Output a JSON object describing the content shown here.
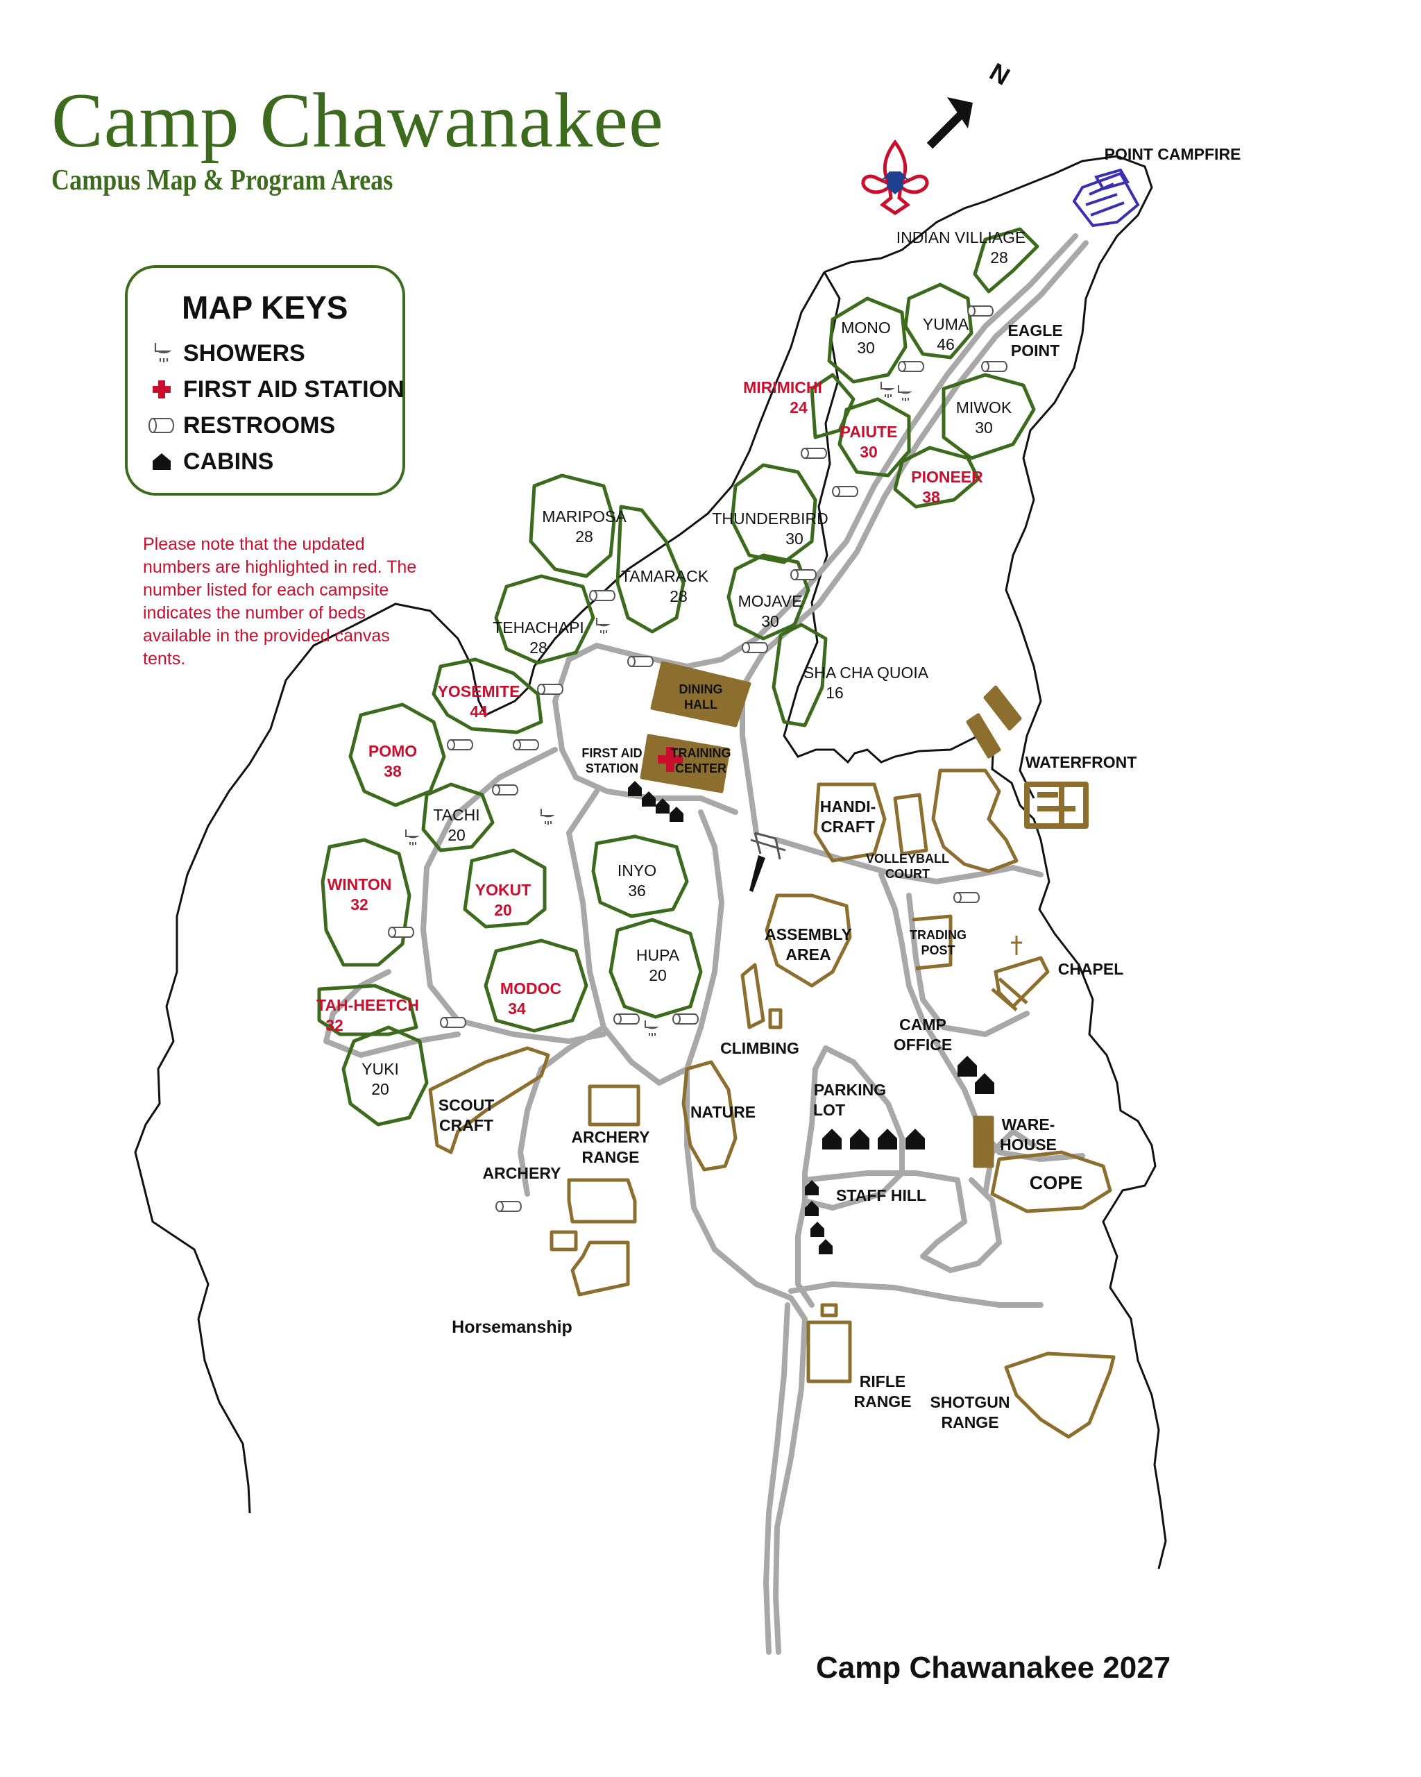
{
  "header": {
    "title": "Camp Chawanakee",
    "subtitle": "Campus Map & Program Areas"
  },
  "legend": {
    "title": "MAP KEYS",
    "items": [
      {
        "label": "SHOWERS",
        "icon": "shower-icon"
      },
      {
        "label": "FIRST AID STATION",
        "icon": "first-aid-cross-icon"
      },
      {
        "label": "RESTROOMS",
        "icon": "toilet-paper-icon"
      },
      {
        "label": "CABINS",
        "icon": "cabin-icon"
      }
    ]
  },
  "note": "Please note that the updated numbers are highlighted in red. The number listed for each campsite indicates the number of beds available in the provided canvas tents.",
  "compass": {
    "label": "N"
  },
  "footer": "Camp Chawanakee 2027",
  "campsites": [
    {
      "name": "INDIAN VILLIAGE",
      "beds": "28",
      "updated": false
    },
    {
      "name": "MONO",
      "beds": "30",
      "updated": false
    },
    {
      "name": "YUMA",
      "beds": "46",
      "updated": false
    },
    {
      "name": "MIRIMICHI",
      "beds": "24",
      "updated": true
    },
    {
      "name": "PAIUTE",
      "beds": "30",
      "updated": true
    },
    {
      "name": "MIWOK",
      "beds": "30",
      "updated": false
    },
    {
      "name": "PIONEER",
      "beds": "38",
      "updated": true
    },
    {
      "name": "THUNDERBIRD",
      "beds": "30",
      "updated": false
    },
    {
      "name": "MOJAVE",
      "beds": "30",
      "updated": false
    },
    {
      "name": "SHA CHA QUOIA",
      "beds": "16",
      "updated": false
    },
    {
      "name": "MARIPOSA",
      "beds": "28",
      "updated": false
    },
    {
      "name": "TAMARACK",
      "beds": "28",
      "updated": false
    },
    {
      "name": "TEHACHAPI",
      "beds": "28",
      "updated": false
    },
    {
      "name": "YOSEMITE",
      "beds": "44",
      "updated": true
    },
    {
      "name": "POMO",
      "beds": "38",
      "updated": true
    },
    {
      "name": "TACHI",
      "beds": "20",
      "updated": false
    },
    {
      "name": "WINTON",
      "beds": "32",
      "updated": true
    },
    {
      "name": "YOKUT",
      "beds": "20",
      "updated": true
    },
    {
      "name": "INYO",
      "beds": "36",
      "updated": false
    },
    {
      "name": "HUPA",
      "beds": "20",
      "updated": false
    },
    {
      "name": "MODOC",
      "beds": "34",
      "updated": true
    },
    {
      "name": "TAH-HEETCH",
      "beds": "32",
      "updated": true
    },
    {
      "name": "YUKI",
      "beds": "20",
      "updated": false
    }
  ],
  "program_areas": {
    "point_campfire": "POINT CAMPFIRE",
    "eagle_point_1": "EAGLE",
    "eagle_point_2": "POINT",
    "dining_hall_1": "DINING",
    "dining_hall_2": "HALL",
    "first_aid_1": "FIRST AID",
    "first_aid_2": "STATION",
    "training_1": "TRAINING",
    "training_2": "CENTER",
    "waterfront": "WATERFRONT",
    "handicraft_1": "HANDI-",
    "handicraft_2": "CRAFT",
    "volleyball_1": "VOLLEYBALL",
    "volleyball_2": "COURT",
    "assembly_1": "ASSEMBLY",
    "assembly_2": "AREA",
    "trading_1": "TRADING",
    "trading_2": "POST",
    "chapel": "CHAPEL",
    "climbing": "CLIMBING",
    "camp_office_1": "CAMP",
    "camp_office_2": "OFFICE",
    "parking_1": "PARKING",
    "parking_2": "LOT",
    "warehouse_1": "WARE-",
    "warehouse_2": "HOUSE",
    "cope": "COPE",
    "staff_hill": "STAFF HILL",
    "scout_craft_1": "SCOUT",
    "scout_craft_2": "CRAFT",
    "nature": "NATURE",
    "archery_range_1": "ARCHERY",
    "archery_range_2": "RANGE",
    "archery": "ARCHERY",
    "horsemanship": "Horsemanship",
    "rifle_1": "RIFLE",
    "rifle_2": "RANGE",
    "shotgun_1": "SHOTGUN",
    "shotgun_2": "RANGE"
  },
  "colors": {
    "campsite_outline": "#3d6b1e",
    "program_area": "#8c6f2e",
    "road": "#a8a8a8",
    "updated_text": "#c8102e",
    "point_campfire": "#3a2fb0"
  }
}
